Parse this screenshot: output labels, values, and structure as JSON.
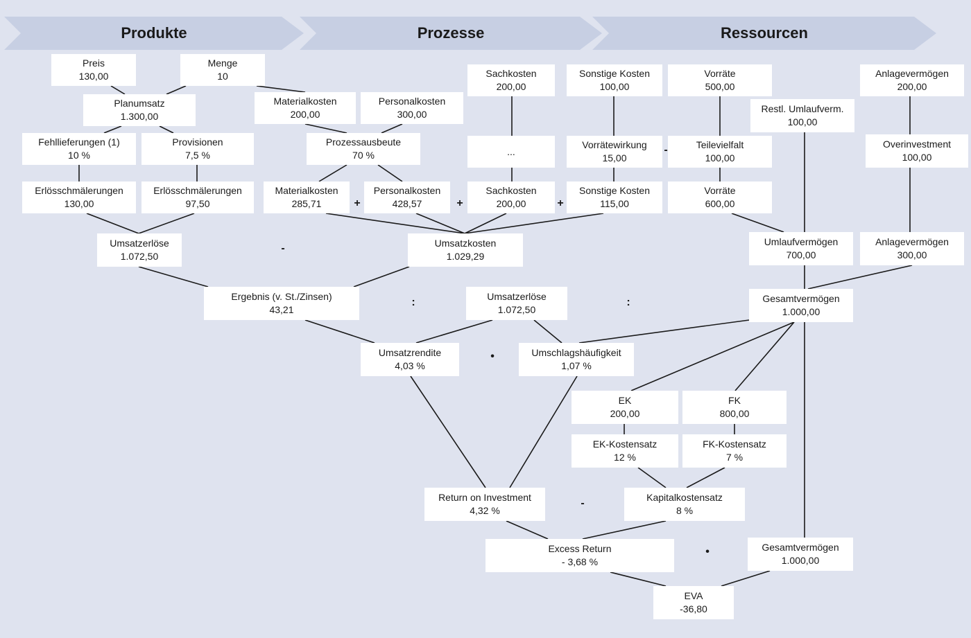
{
  "banners": {
    "produkte": "Produkte",
    "prozesse": "Prozesse",
    "ressourcen": "Ressourcen"
  },
  "nodes": {
    "preis": {
      "label": "Preis",
      "value": "130,00"
    },
    "menge": {
      "label": "Menge",
      "value": "10"
    },
    "planumsatz": {
      "label": "Planumsatz",
      "value": "1.300,00"
    },
    "fehllieferungen": {
      "label": "Fehllieferungen (1)",
      "value": "10 %"
    },
    "provisionen": {
      "label": "Provisionen",
      "value": "7,5 %"
    },
    "erloes1": {
      "label": "Erlösschmälerungen",
      "value": "130,00"
    },
    "erloes2": {
      "label": "Erlösschmälerungen",
      "value": "97,50"
    },
    "umsatzerloese": {
      "label": "Umsatzerlöse",
      "value": "1.072,50"
    },
    "materialkosten1": {
      "label": "Materialkosten",
      "value": "200,00"
    },
    "personalkosten1": {
      "label": "Personalkosten",
      "value": "300,00"
    },
    "prozessausbeute": {
      "label": "Prozessausbeute",
      "value": "70 %"
    },
    "materialkosten2": {
      "label": "Materialkosten",
      "value": "285,71"
    },
    "personalkosten2": {
      "label": "Personalkosten",
      "value": "428,57"
    },
    "sachkosten1": {
      "label": "Sachkosten",
      "value": "200,00"
    },
    "dots": {
      "label": "...",
      "value": ""
    },
    "sachkosten2": {
      "label": "Sachkosten",
      "value": "200,00"
    },
    "sonstige1": {
      "label": "Sonstige Kosten",
      "value": "100,00"
    },
    "vorraetewirkung": {
      "label": "Vorrätewirkung",
      "value": "15,00"
    },
    "sonstige2": {
      "label": "Sonstige Kosten",
      "value": "115,00"
    },
    "umsatzkosten": {
      "label": "Umsatzkosten",
      "value": "1.029,29"
    },
    "vorraete1": {
      "label": "Vorräte",
      "value": "500,00"
    },
    "teilevielfalt": {
      "label": "Teilevielfalt",
      "value": "100,00"
    },
    "vorraete2": {
      "label": "Vorräte",
      "value": "600,00"
    },
    "restlUmlauf": {
      "label": "Restl. Umlaufverm.",
      "value": "100,00"
    },
    "anlage1": {
      "label": "Anlagevermögen",
      "value": "200,00"
    },
    "overinvestment": {
      "label": "Overinvestment",
      "value": "100,00"
    },
    "umlaufvermoegen": {
      "label": "Umlaufvermögen",
      "value": "700,00"
    },
    "anlage2": {
      "label": "Anlagevermögen",
      "value": "300,00"
    },
    "gesamt1": {
      "label": "Gesamtvermögen",
      "value": "1.000,00"
    },
    "ergebnis": {
      "label": "Ergebnis (v. St./Zinsen)",
      "value": "43,21"
    },
    "umsatzerloese2": {
      "label": "Umsatzerlöse",
      "value": "1.072,50"
    },
    "umsatzrendite": {
      "label": "Umsatzrendite",
      "value": "4,03 %"
    },
    "umschlag": {
      "label": "Umschlagshäufigkeit",
      "value": "1,07 %"
    },
    "ek": {
      "label": "EK",
      "value": "200,00"
    },
    "fk": {
      "label": "FK",
      "value": "800,00"
    },
    "ekSatz": {
      "label": "EK-Kostensatz",
      "value": "12 %"
    },
    "fkSatz": {
      "label": "FK-Kostensatz",
      "value": "7 %"
    },
    "roi": {
      "label": "Return on Investment",
      "value": "4,32 %"
    },
    "kapital": {
      "label": "Kapitalkostensatz",
      "value": "8 %"
    },
    "excess": {
      "label": "Excess Return",
      "value": "- 3,68 %"
    },
    "gesamt2": {
      "label": "Gesamtvermögen",
      "value": "1.000,00"
    },
    "eva": {
      "label": "EVA",
      "value": "-36,80"
    }
  },
  "operators": {
    "plus": "+",
    "minus": "-",
    "divide": ":",
    "multiply": "•"
  },
  "colors": {
    "background": "#dfe3ef",
    "banner": "#c7cfe3",
    "box": "#ffffff",
    "line": "#1a1a1a"
  }
}
